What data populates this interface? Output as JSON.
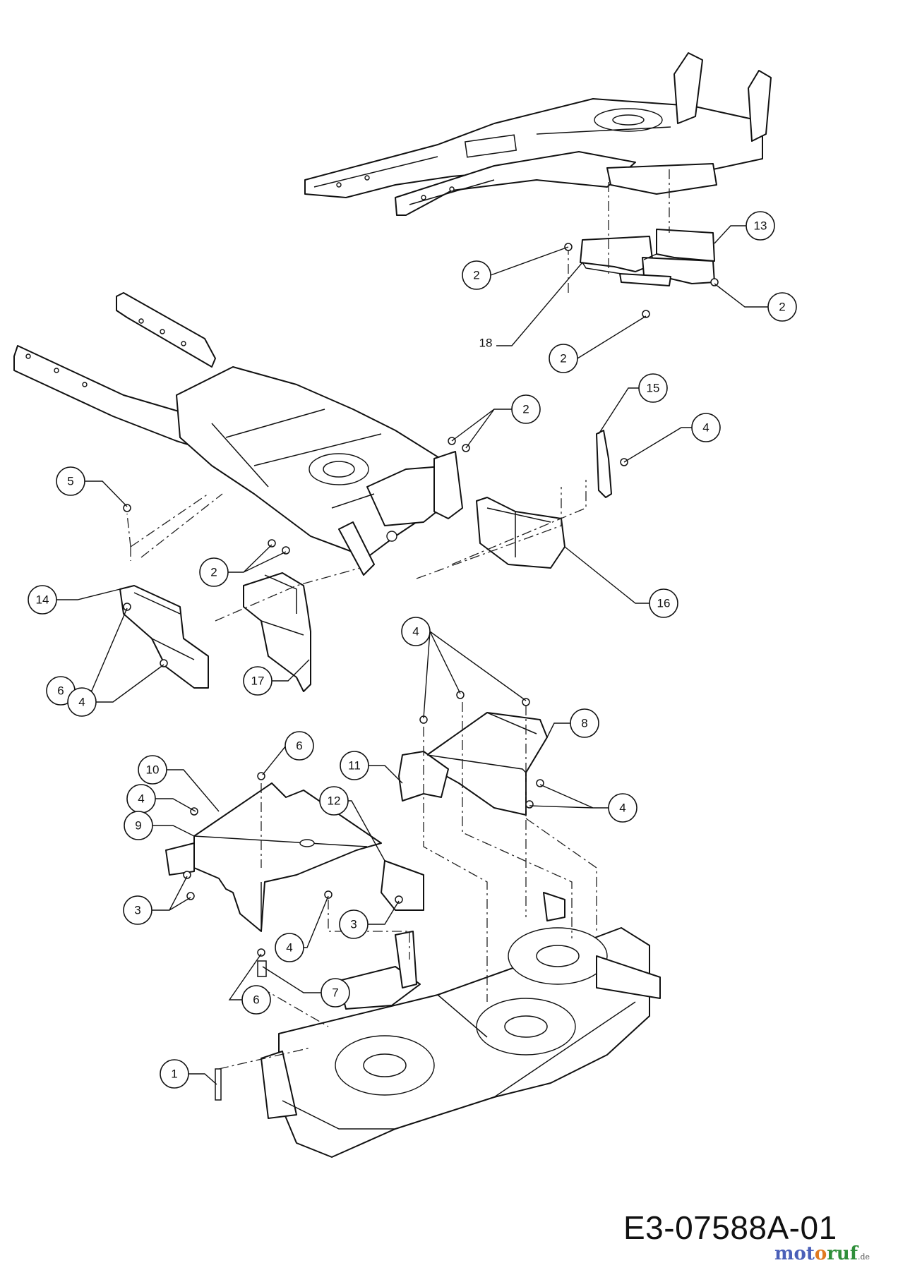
{
  "diagram": {
    "drawing_code": "E3-07588A-01",
    "brand": {
      "part_a": "mot",
      "part_b": "o",
      "part_c": "ruf",
      "tld": ".de"
    },
    "callouts": [
      {
        "label": "13"
      },
      {
        "label": "2"
      },
      {
        "label": "2"
      },
      {
        "label": "18"
      },
      {
        "label": "2"
      },
      {
        "label": "2"
      },
      {
        "label": "15"
      },
      {
        "label": "4"
      },
      {
        "label": "5"
      },
      {
        "label": "2"
      },
      {
        "label": "16"
      },
      {
        "label": "14"
      },
      {
        "label": "6"
      },
      {
        "label": "17"
      },
      {
        "label": "4"
      },
      {
        "label": "4"
      },
      {
        "label": "8"
      },
      {
        "label": "11"
      },
      {
        "label": "4"
      },
      {
        "label": "6"
      },
      {
        "label": "10"
      },
      {
        "label": "4"
      },
      {
        "label": "12"
      },
      {
        "label": "9"
      },
      {
        "label": "3"
      },
      {
        "label": "3"
      },
      {
        "label": "4"
      },
      {
        "label": "7"
      },
      {
        "label": "6"
      },
      {
        "label": "1"
      }
    ]
  }
}
